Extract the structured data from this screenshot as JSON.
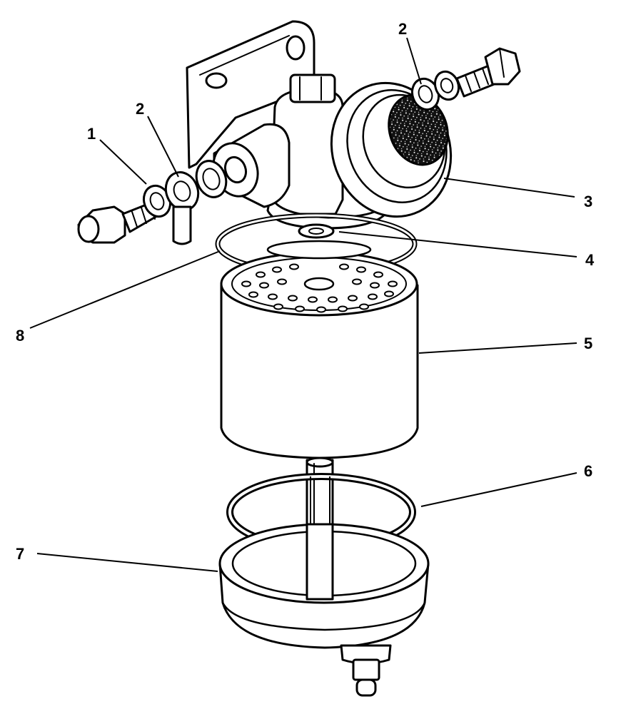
{
  "callouts": [
    {
      "label": "1"
    },
    {
      "label": "2"
    },
    {
      "label": "2"
    },
    {
      "label": "3"
    },
    {
      "label": "4"
    },
    {
      "label": "5"
    },
    {
      "label": "6"
    },
    {
      "label": "7"
    },
    {
      "label": "8"
    }
  ],
  "colors": {
    "ink": "#000000",
    "paper": "#ffffff"
  }
}
